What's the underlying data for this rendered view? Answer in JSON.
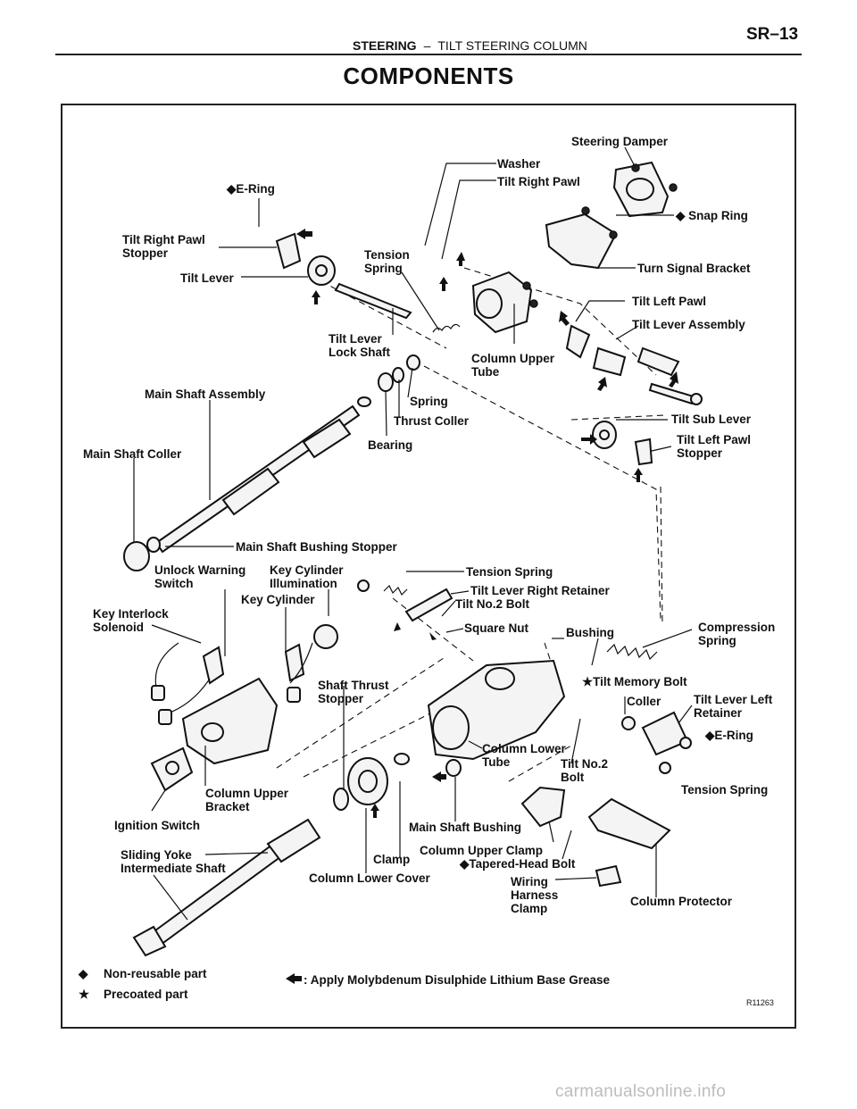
{
  "header": {
    "section": "STEERING",
    "separator": "–",
    "subsection": "TILT STEERING COLUMN",
    "page_code": "SR–13"
  },
  "heading": "COMPONENTS",
  "callouts": [
    {
      "id": "steering-damper",
      "lines": [
        "Steering Damper"
      ]
    },
    {
      "id": "washer",
      "lines": [
        "Washer"
      ]
    },
    {
      "id": "tilt-right-pawl",
      "lines": [
        "Tilt Right Pawl"
      ]
    },
    {
      "id": "e-ring-top",
      "lines": [
        "◆E-Ring"
      ]
    },
    {
      "id": "snap-ring",
      "lines": [
        "◆ Snap Ring"
      ]
    },
    {
      "id": "tilt-right-pawl-stopper",
      "lines": [
        "Tilt Right Pawl",
        "Stopper"
      ]
    },
    {
      "id": "tension-spring-top",
      "lines": [
        "Tension",
        "Spring"
      ]
    },
    {
      "id": "turn-signal-bracket",
      "lines": [
        "Turn Signal Bracket"
      ]
    },
    {
      "id": "tilt-lever",
      "lines": [
        "Tilt Lever"
      ]
    },
    {
      "id": "tilt-left-pawl",
      "lines": [
        "Tilt Left Pawl"
      ]
    },
    {
      "id": "tilt-lever-assembly",
      "lines": [
        "Tilt Lever Assembly"
      ]
    },
    {
      "id": "tilt-lever-lock-shaft",
      "lines": [
        "Tilt Lever",
        "Lock Shaft"
      ]
    },
    {
      "id": "column-upper-tube",
      "lines": [
        "Column Upper",
        "Tube"
      ]
    },
    {
      "id": "main-shaft-assembly",
      "lines": [
        "Main Shaft Assembly"
      ]
    },
    {
      "id": "spring",
      "lines": [
        "Spring"
      ]
    },
    {
      "id": "thrust-coller",
      "lines": [
        "Thrust Coller"
      ]
    },
    {
      "id": "tilt-sub-lever",
      "lines": [
        "Tilt Sub Lever"
      ]
    },
    {
      "id": "bearing",
      "lines": [
        "Bearing"
      ]
    },
    {
      "id": "tilt-left-pawl-stopper",
      "lines": [
        "Tilt Left Pawl",
        "Stopper"
      ]
    },
    {
      "id": "main-shaft-coller",
      "lines": [
        "Main Shaft Coller"
      ]
    },
    {
      "id": "main-shaft-bushing-stopper",
      "lines": [
        "Main Shaft Bushing Stopper"
      ]
    },
    {
      "id": "unlock-warning-switch",
      "lines": [
        "Unlock Warning",
        "Switch"
      ]
    },
    {
      "id": "key-cylinder-illumination",
      "lines": [
        "Key Cylinder",
        "Illumination"
      ]
    },
    {
      "id": "tension-spring-mid",
      "lines": [
        "Tension Spring"
      ]
    },
    {
      "id": "tilt-lever-right-retainer",
      "lines": [
        "Tilt Lever Right Retainer"
      ]
    },
    {
      "id": "key-cylinder",
      "lines": [
        "Key Cylinder"
      ]
    },
    {
      "id": "tilt-no2-bolt-top",
      "lines": [
        "Tilt No.2 Bolt"
      ]
    },
    {
      "id": "key-interlock-solenoid",
      "lines": [
        "Key Interlock",
        "Solenoid"
      ]
    },
    {
      "id": "square-nut",
      "lines": [
        "Square Nut"
      ]
    },
    {
      "id": "bushing",
      "lines": [
        "Bushing"
      ]
    },
    {
      "id": "compression-spring",
      "lines": [
        "Compression",
        "Spring"
      ]
    },
    {
      "id": "tilt-memory-bolt",
      "lines": [
        "★Tilt Memory Bolt"
      ]
    },
    {
      "id": "shaft-thrust-stopper",
      "lines": [
        "Shaft Thrust",
        "Stopper"
      ]
    },
    {
      "id": "coller",
      "lines": [
        "Coller"
      ]
    },
    {
      "id": "tilt-lever-left-retainer",
      "lines": [
        "Tilt Lever Left",
        "Retainer"
      ]
    },
    {
      "id": "e-ring-right",
      "lines": [
        "◆E-Ring"
      ]
    },
    {
      "id": "column-lower-tube",
      "lines": [
        "Column Lower",
        "Tube"
      ]
    },
    {
      "id": "tilt-no2-bolt-bottom",
      "lines": [
        "Tilt No.2",
        "Bolt"
      ]
    },
    {
      "id": "tension-spring-bottom",
      "lines": [
        "Tension Spring"
      ]
    },
    {
      "id": "column-upper-bracket",
      "lines": [
        "Column Upper",
        "Bracket"
      ]
    },
    {
      "id": "ignition-switch",
      "lines": [
        "Ignition Switch"
      ]
    },
    {
      "id": "main-shaft-bushing",
      "lines": [
        "Main Shaft Bushing"
      ]
    },
    {
      "id": "column-upper-clamp",
      "lines": [
        "Column Upper Clamp"
      ]
    },
    {
      "id": "sliding-yoke",
      "lines": [
        "Sliding Yoke",
        "Intermediate Shaft"
      ]
    },
    {
      "id": "tapered-head-bolt",
      "lines": [
        "◆Tapered-Head Bolt"
      ]
    },
    {
      "id": "clamp",
      "lines": [
        "Clamp"
      ]
    },
    {
      "id": "column-lower-cover",
      "lines": [
        "Column Lower Cover"
      ]
    },
    {
      "id": "wiring-harness-clamp",
      "lines": [
        "Wiring",
        "Harness",
        "Clamp"
      ]
    },
    {
      "id": "column-protector",
      "lines": [
        "Column Protector"
      ]
    }
  ],
  "legend": {
    "non_reusable_symbol": "◆",
    "non_reusable": "Non-reusable part",
    "precoated_symbol": "★",
    "precoated": "Precoated part",
    "grease_text": ": Apply Molybdenum Disulphide Lithium Base Grease"
  },
  "figure_code": "R11263",
  "watermark": "carmanualsonline.info"
}
